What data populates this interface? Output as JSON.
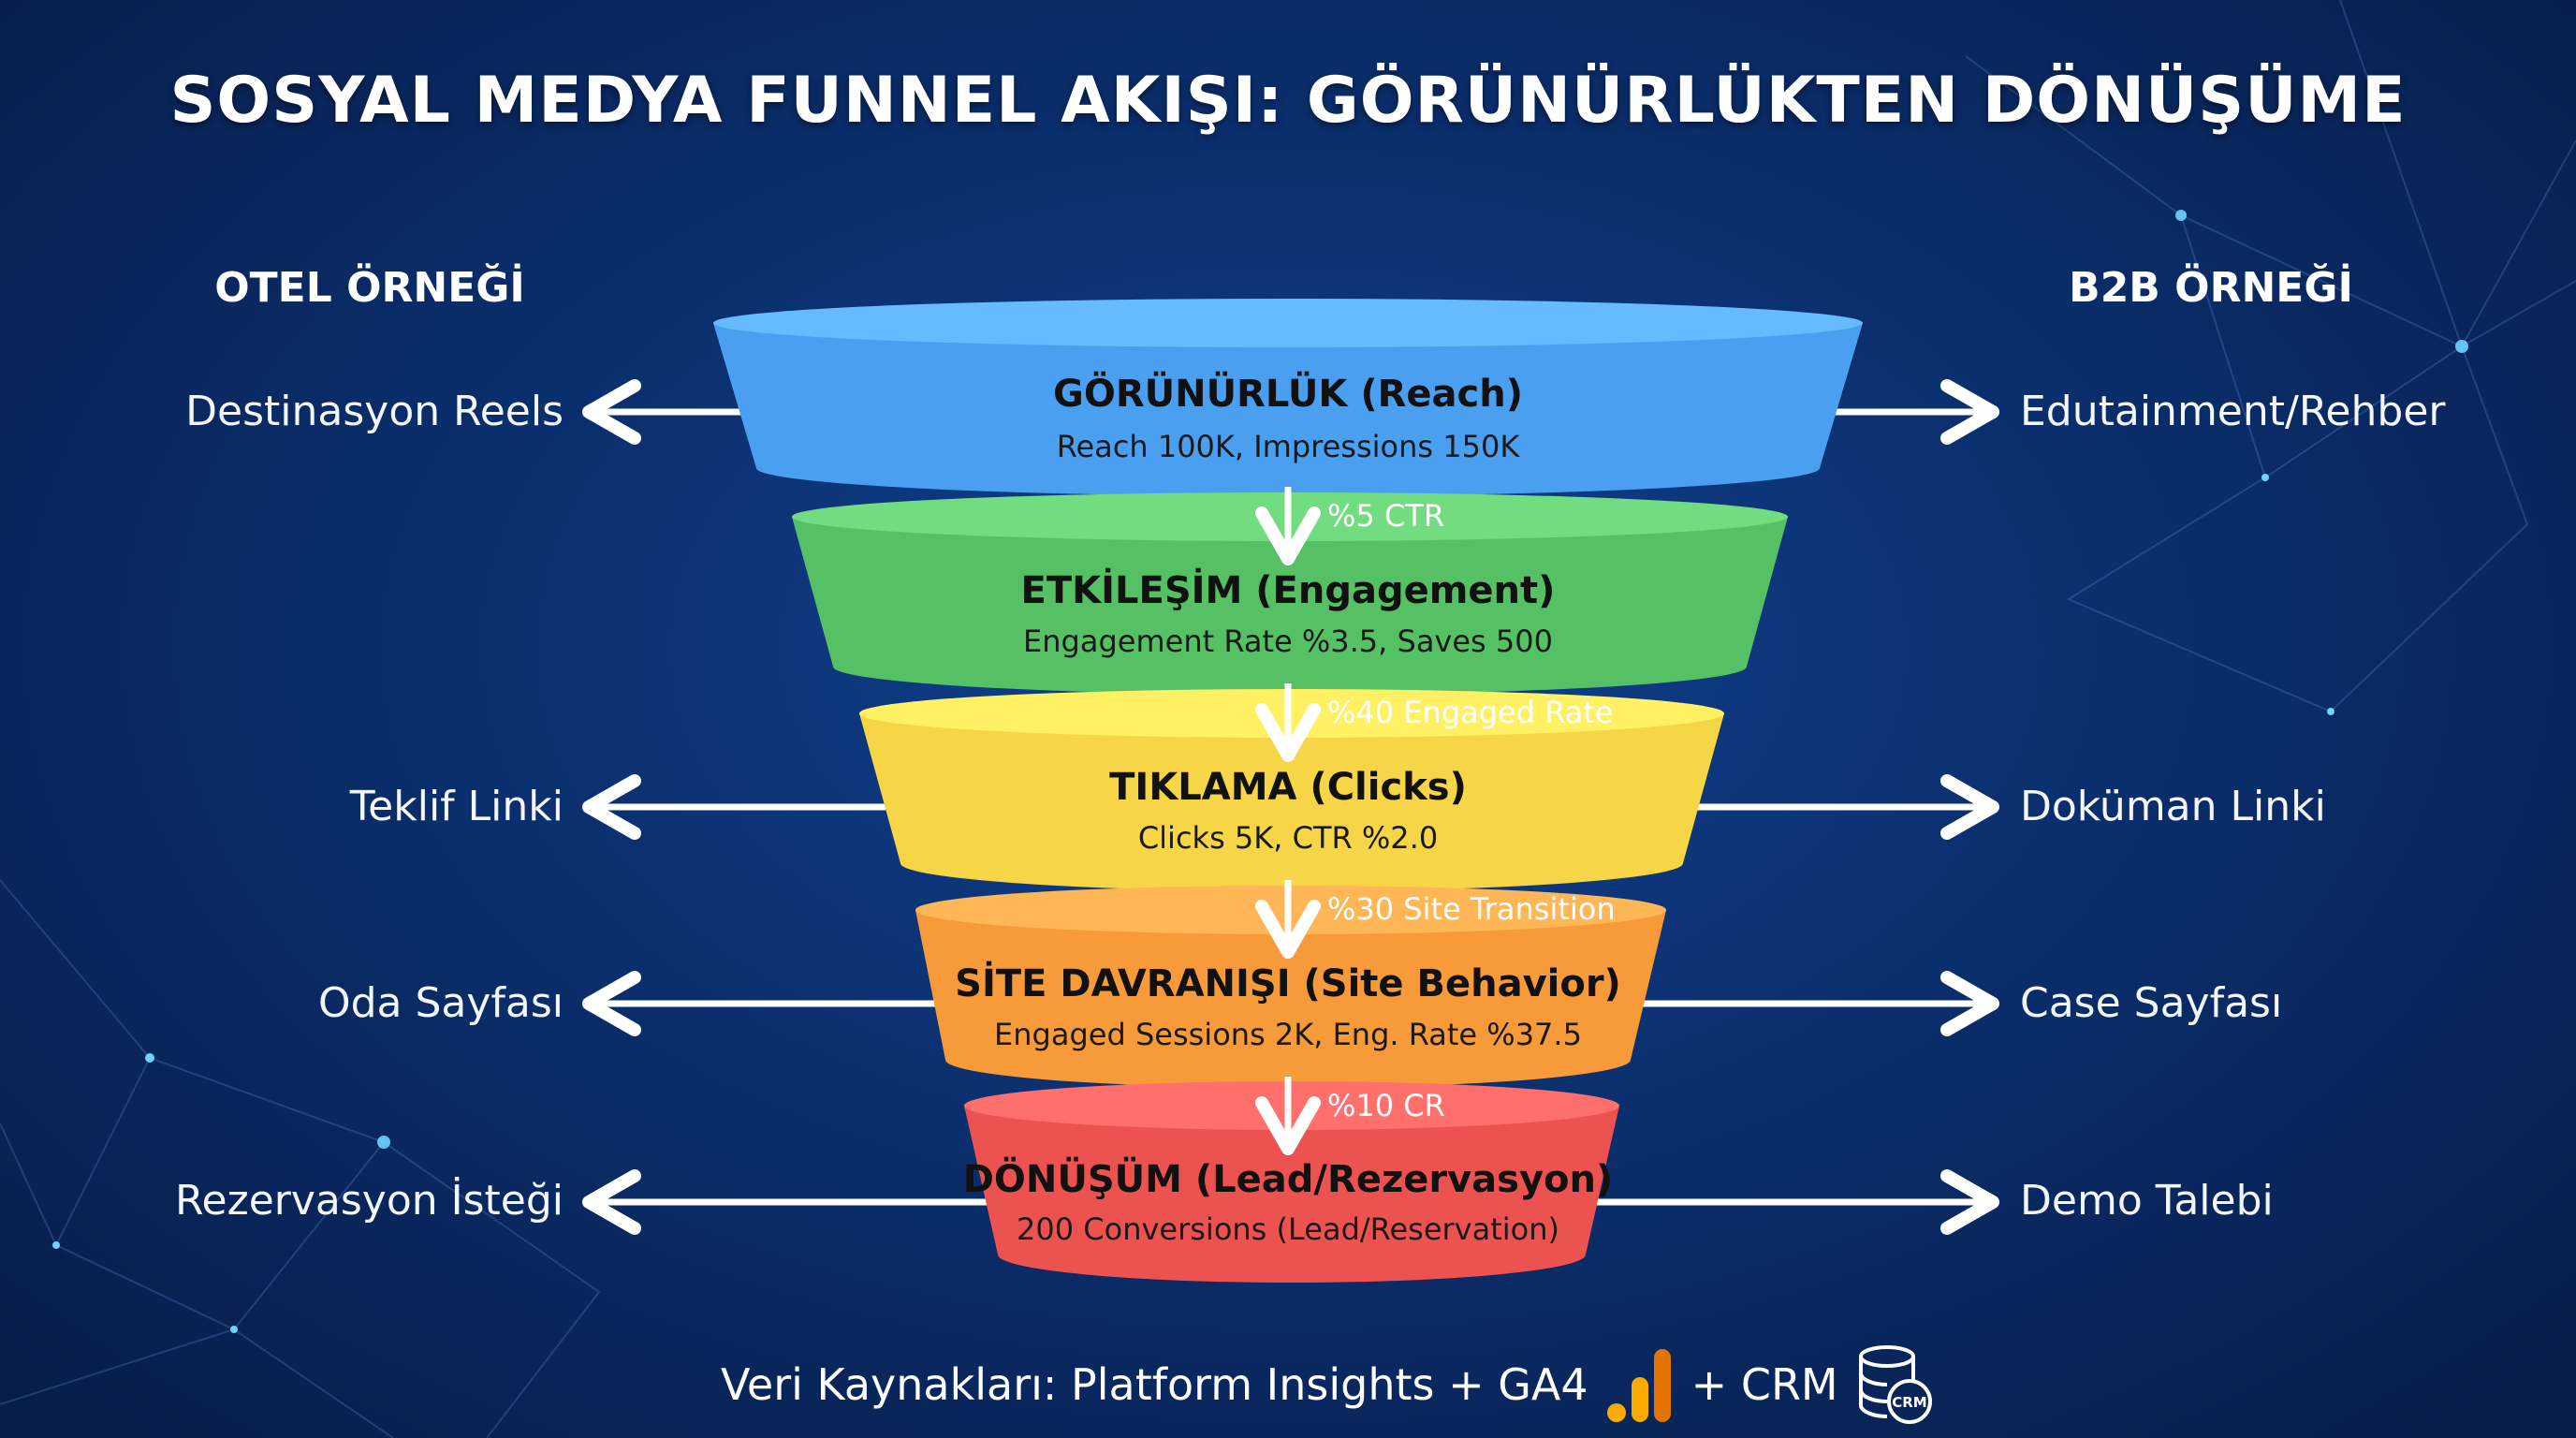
{
  "title": "SOSYAL MEDYA FUNNEL AKIŞI: GÖRÜNÜRLÜKTEN DÖNÜŞÜME",
  "left_header": "OTEL ÖRNEĞİ",
  "right_header": "B2B ÖRNEĞİ",
  "stages": [
    {
      "title": "GÖRÜNÜRLÜK (Reach)",
      "subtitle": "Reach 100K, Impressions 150K",
      "color": "#4a9ff0",
      "left": "Destinasyon Reels",
      "right": "Edutainment/Rehber"
    },
    {
      "title": "ETKİLEŞİM (Engagement)",
      "subtitle": "Engagement Rate %3.5, Saves 500",
      "color": "#55c064",
      "left": "",
      "right": ""
    },
    {
      "title": "TIKLAMA (Clicks)",
      "subtitle": "Clicks 5K, CTR %2.0",
      "color": "#f6d547",
      "left": "Teklif Linki",
      "right": "Doküman Linki"
    },
    {
      "title": "SİTE DAVRANIŞI (Site Behavior)",
      "subtitle": "Engaged Sessions 2K, Eng. Rate %37.5",
      "color": "#f79a3a",
      "left": "Oda Sayfası",
      "right": "Case Sayfası"
    },
    {
      "title": "DÖNÜŞÜM (Lead/Rezervasyon)",
      "subtitle": "200 Conversions (Lead/Reservation)",
      "color": "#ec5350",
      "left": "Rezervasyon İsteği",
      "right": "Demo Talebi"
    }
  ],
  "transitions": [
    "%5 CTR",
    "%40 Engaged Rate",
    "%30 Site Transition",
    "%10 CR"
  ],
  "footer": {
    "prefix": "Veri Kaynakları: Platform Insights + GA4",
    "plus": "+ CRM",
    "ga4_icon": "bar-chart-icon",
    "crm_icon": "database-icon",
    "crm_icon_text": "CRM"
  }
}
